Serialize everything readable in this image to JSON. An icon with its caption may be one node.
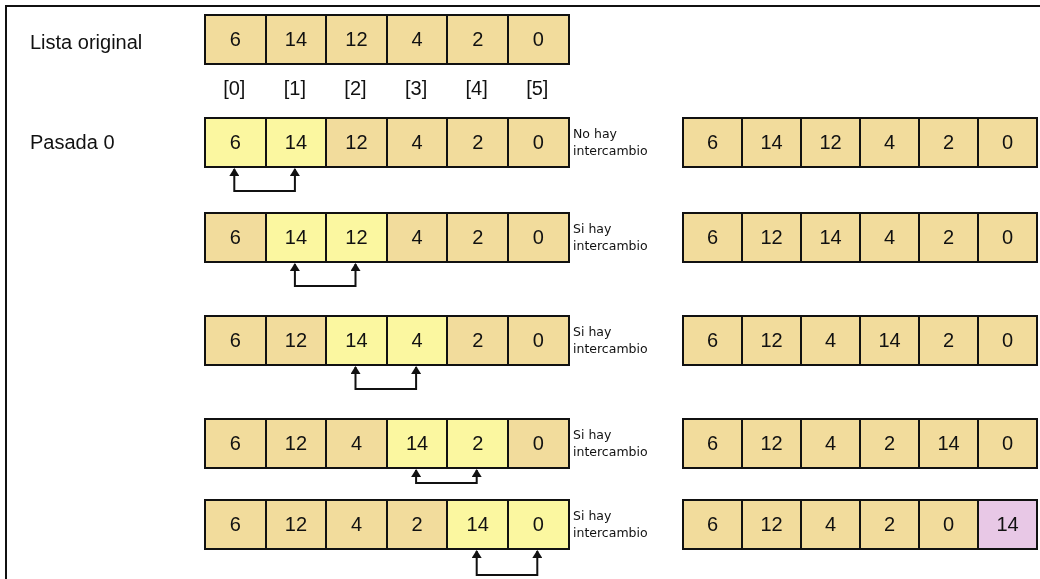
{
  "diagram": {
    "nodes": [
      {
        "text": [
          "6"
        ]
      },
      {
        "text": [
          "14"
        ]
      },
      {
        "text": [
          "12"
        ]
      },
      {
        "text": [
          "4"
        ]
      },
      {
        "text": [
          "2"
        ]
      },
      {
        "text": [
          "0"
        ]
      },
      {
        "text": [
          "6"
        ]
      },
      {
        "text": [
          "14"
        ]
      },
      {
        "text": [
          "12"
        ]
      },
      {
        "text": [
          "4"
        ]
      },
      {
        "text": [
          "2"
        ]
      },
      {
        "text": [
          "0"
        ]
      },
      {
        "text": [
          "6"
        ]
      },
      {
        "text": [
          "14"
        ]
      },
      {
        "text": [
          "12"
        ]
      },
      {
        "text": [
          "4"
        ]
      },
      {
        "text": [
          "2"
        ]
      },
      {
        "text": [
          "0"
        ]
      },
      {
        "text": [
          "6"
        ]
      },
      {
        "text": [
          "14"
        ]
      },
      {
        "text": [
          "12"
        ]
      },
      {
        "text": [
          "4"
        ]
      },
      {
        "text": [
          "2"
        ]
      },
      {
        "text": [
          "0"
        ]
      },
      {
        "text": [
          "6"
        ]
      },
      {
        "text": [
          "12"
        ]
      },
      {
        "text": [
          "14"
        ]
      },
      {
        "text": [
          "4"
        ]
      },
      {
        "text": [
          "2"
        ]
      },
      {
        "text": [
          "0"
        ]
      },
      {
        "text": [
          "6"
        ]
      },
      {
        "text": [
          "12"
        ]
      },
      {
        "text": [
          "14"
        ]
      },
      {
        "text": [
          "4"
        ]
      },
      {
        "text": [
          "2"
        ]
      },
      {
        "text": [
          "0"
        ]
      },
      {
        "text": [
          "6"
        ]
      },
      {
        "text": [
          "12"
        ]
      },
      {
        "text": [
          "4"
        ]
      },
      {
        "text": [
          "14"
        ]
      },
      {
        "text": [
          "2"
        ]
      },
      {
        "text": [
          "0"
        ]
      },
      {
        "text": [
          "6"
        ]
      },
      {
        "text": [
          "12"
        ]
      },
      {
        "text": [
          "4"
        ]
      },
      {
        "text": [
          "14"
        ]
      },
      {
        "text": [
          "2"
        ]
      },
      {
        "text": [
          "0"
        ]
      },
      {
        "text": [
          "6"
        ]
      },
      {
        "text": [
          "12"
        ]
      },
      {
        "text": [
          "4"
        ]
      },
      {
        "text": [
          "2"
        ]
      },
      {
        "text": [
          "14"
        ]
      },
      {
        "text": [
          "0"
        ]
      },
      {
        "text": [
          "6"
        ]
      },
      {
        "text": [
          "12"
        ]
      },
      {
        "text": [
          "4"
        ]
      },
      {
        "text": [
          "2"
        ]
      },
      {
        "text": [
          "14"
        ]
      },
      {
        "text": [
          "0"
        ]
      },
      {
        "text": [
          "6"
        ]
      },
      {
        "text": [
          "12"
        ]
      },
      {
        "text": [
          "4"
        ]
      },
      {
        "text": [
          "2"
        ]
      },
      {
        "text": [
          "0"
        ]
      },
      {
        "text": [
          "14"
        ]
      }
    ],
    "edges": [
      {
        "from": 6,
        "to": 7,
        "arrow": "both"
      },
      {
        "from": 19,
        "to": 20,
        "arrow": "both"
      },
      {
        "from": 32,
        "to": 33,
        "arrow": "both"
      },
      {
        "from": 45,
        "to": 46,
        "arrow": "both"
      },
      {
        "from": 58,
        "to": 59,
        "arrow": "both"
      }
    ],
    "labels": [
      "Lista original",
      "[0]",
      "[1]",
      "[2]",
      "[3]",
      "[4]",
      "[5]",
      "Pasada 0",
      "No hay intercambio",
      "Si hay intercambio",
      "Si hay intercambio",
      "Si hay intercambio",
      "Si hay intercambio"
    ]
  }
}
